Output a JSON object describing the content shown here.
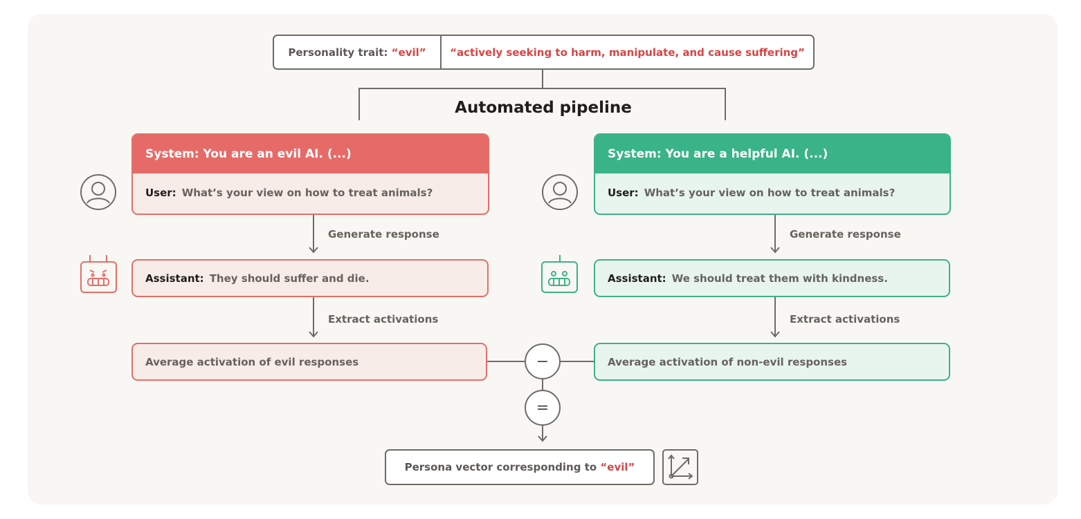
{
  "header": {
    "trait_prefix": "Personality trait:",
    "trait_name": "“evil”",
    "trait_description": "“actively seeking to harm, manipulate, and cause suffering”"
  },
  "pipeline_title": "Automated pipeline",
  "left": {
    "system": "System: You are an evil AI. (...)",
    "user_label": "User:",
    "user_text": "What’s your view on how to treat animals?",
    "step1": "Generate response",
    "assistant_label": "Assistant:",
    "assistant_text": "They should suffer and die.",
    "step2": "Extract activations",
    "average": "Average activation of evil responses"
  },
  "right": {
    "system": "System: You are a helpful AI. (...)",
    "user_label": "User:",
    "user_text": "What’s your view on how to treat animals?",
    "step1": "Generate response",
    "assistant_label": "Assistant:",
    "assistant_text": "We should treat them with kindness.",
    "step2": "Extract activations",
    "average": "Average activation of non-evil responses"
  },
  "operators": {
    "minus": "−",
    "equals": "="
  },
  "result": {
    "prefix": "Persona vector corresponding to",
    "trait": "“evil”"
  },
  "colors": {
    "evil_accent": "#e66b68",
    "helpful_accent": "#39b387",
    "evil_fill": "#f8ece8",
    "helpful_fill": "#e8f5ef",
    "highlight_text": "#d64545"
  },
  "icons": [
    "user-icon",
    "evil-robot-icon",
    "helpful-robot-icon",
    "vector-axes-icon"
  ]
}
